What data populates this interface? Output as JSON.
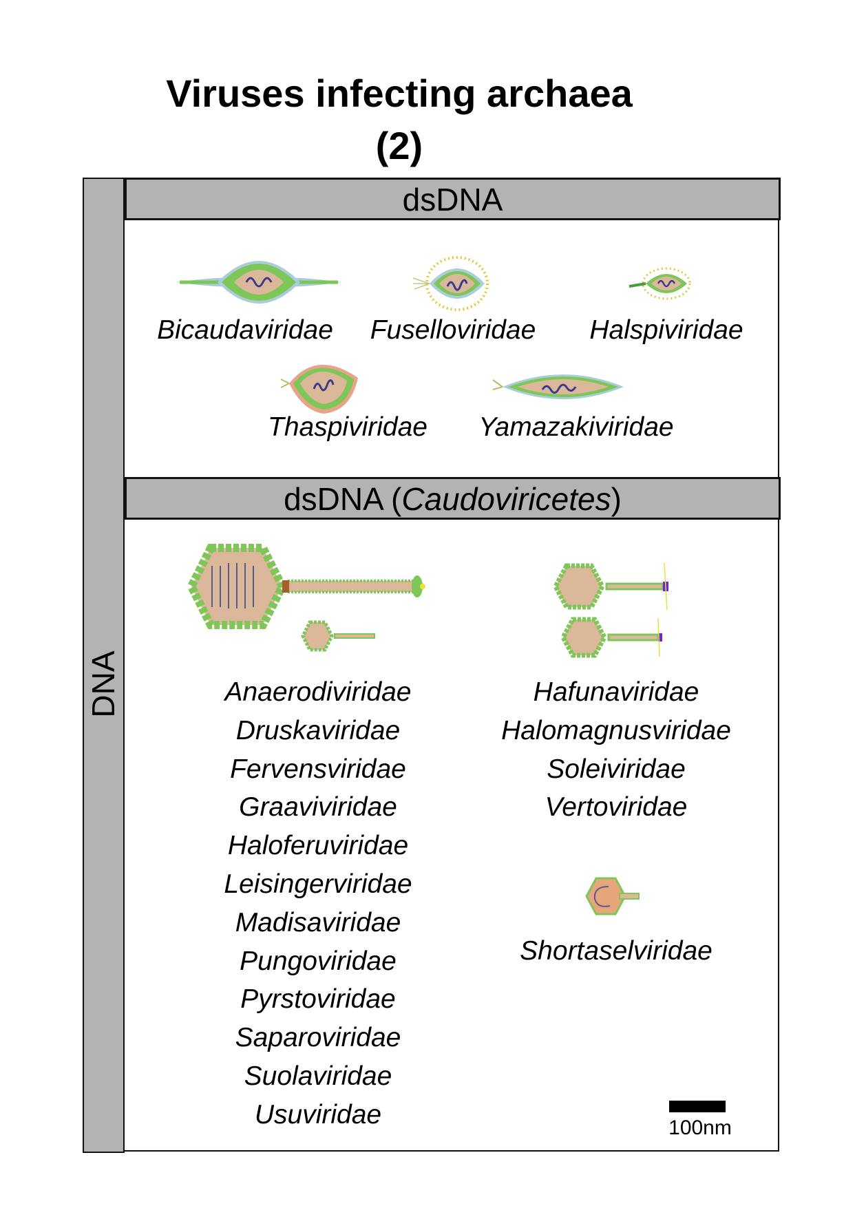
{
  "title": {
    "line1": "Viruses infecting archaea",
    "line2": "(2)"
  },
  "sidebar_label": "DNA",
  "sections": [
    {
      "header": "dsDNA",
      "families": [
        "Bicaudaviridae",
        "Fuselloviridae",
        "Halspiviridae",
        "Thaspiviridae",
        "Yamazakiviridae"
      ]
    },
    {
      "header_prefix": "dsDNA (",
      "header_italic": "Caudoviricetes",
      "header_suffix": ")",
      "left_families": [
        "Anaerodiviridae",
        "Druskaviridae",
        "Fervensviridae",
        "Graaviviridae",
        "Haloferuviridae",
        "Leisingerviridae",
        "Madisaviridae",
        "Pungoviridae",
        "Pyrstoviridae",
        "Saparoviridae",
        "Suolaviridae",
        "Usuviridae"
      ],
      "right_families": [
        "Hafunaviridae",
        "Halomagnusviridae",
        "Soleiviridae",
        "Vertoviridae"
      ],
      "extra_family": "Shortaselviridae"
    }
  ],
  "scale_bar": {
    "label": "100nm"
  },
  "colors": {
    "header_gray": "#b3b3b3",
    "capsid_green": "#7fc659",
    "core_tan": "#dcb89a",
    "envelope_blue": "#a9cdd9",
    "dna_purple": "#3a3a8c"
  }
}
